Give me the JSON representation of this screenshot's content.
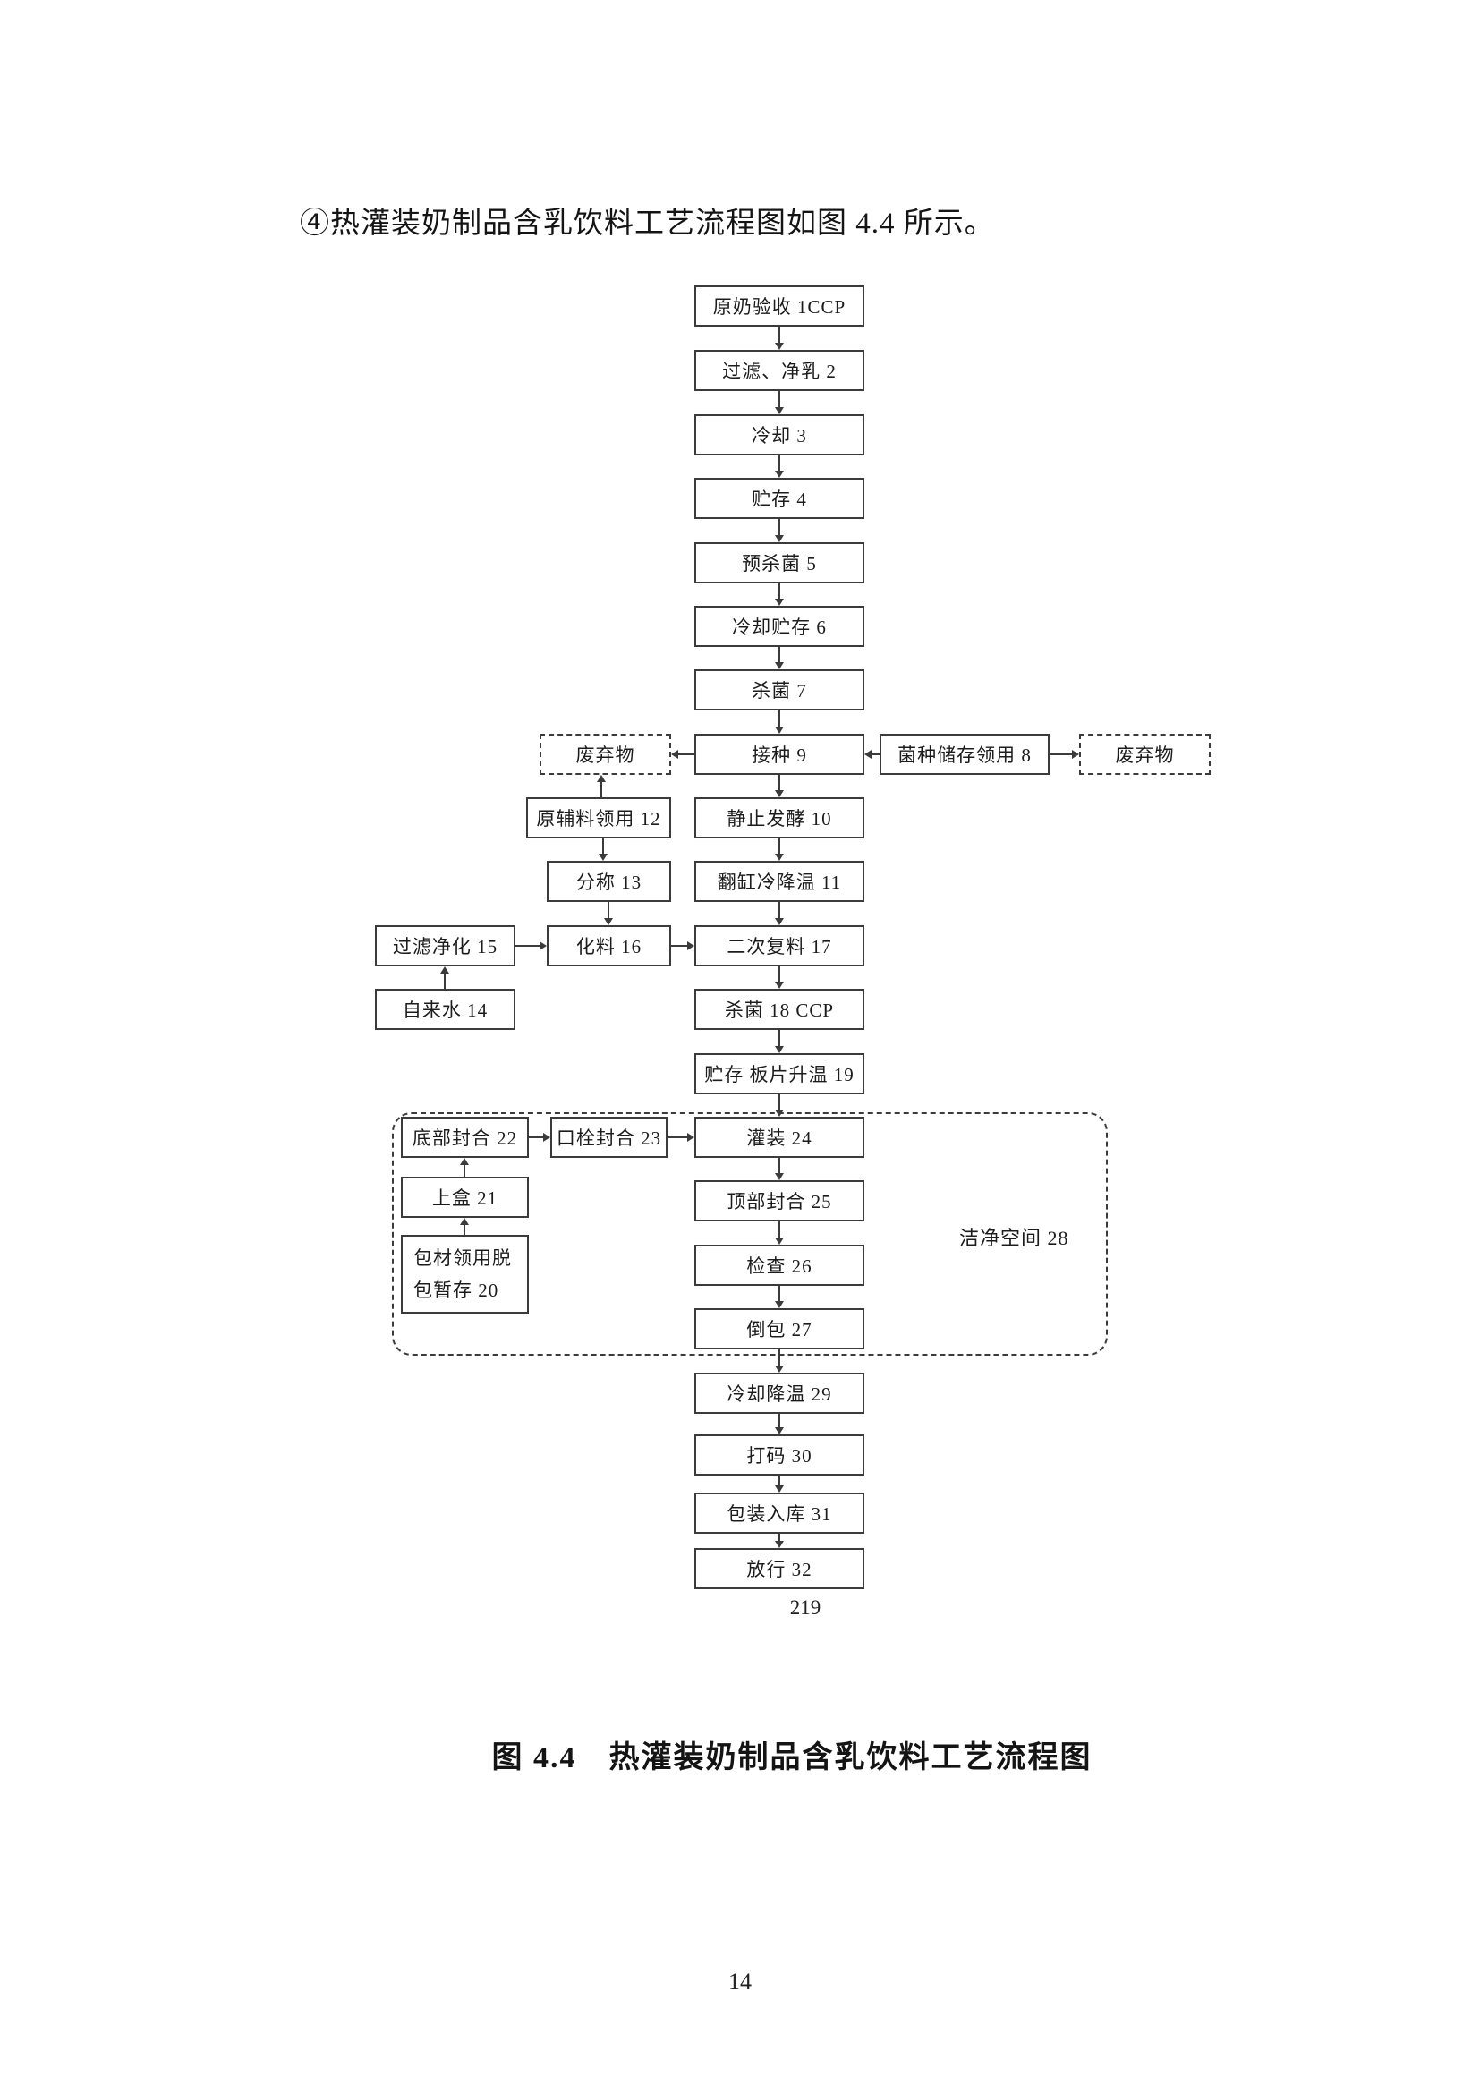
{
  "page": {
    "heading": "④热灌装奶制品含乳饮料工艺流程图如图 4.4 所示。",
    "caption": "图 4.4　热灌装奶制品含乳饮料工艺流程图",
    "page_number": "14",
    "figure_inner_number": "219"
  },
  "nodes": {
    "n01": "原奶验收 1CCP",
    "n02": "过滤、净乳 2",
    "n03": "冷却 3",
    "n04": "贮存 4",
    "n05": "预杀菌 5",
    "n06": "冷却贮存 6",
    "n07": "杀菌 7",
    "n08": "接种 9",
    "n09": "静止发酵 10",
    "n10": "翻缸冷降温 11",
    "n11": "二次复料 17",
    "n12": "杀菌 18 CCP",
    "n13": "贮存 板片升温 19",
    "n14": "灌装 24",
    "n15": "顶部封合 25",
    "n16": "检查 26",
    "n17": "倒包 27",
    "n18": "冷却降温 29",
    "n19": "打码 30",
    "n20": "包装入库 31",
    "n21": "放行 32",
    "waste_left": "废弃物",
    "waste_right": "废弃物",
    "materials_12": "原辅料领用 12",
    "weighing_13": "分称 13",
    "mixing_16": "化料 16",
    "filtering_15": "过滤净化 15",
    "tap_water_14": "自来水 14",
    "culture_8": "菌种储存领用 8",
    "bottom_seal_22": "底部封合 22",
    "spout_seal_23": "口栓封合 23",
    "carton_21": "上盒 21",
    "packaging_20_line1": "包材领用脱",
    "packaging_20_line2": "包暂存 20",
    "clean_room_28": "洁净空间 28"
  }
}
